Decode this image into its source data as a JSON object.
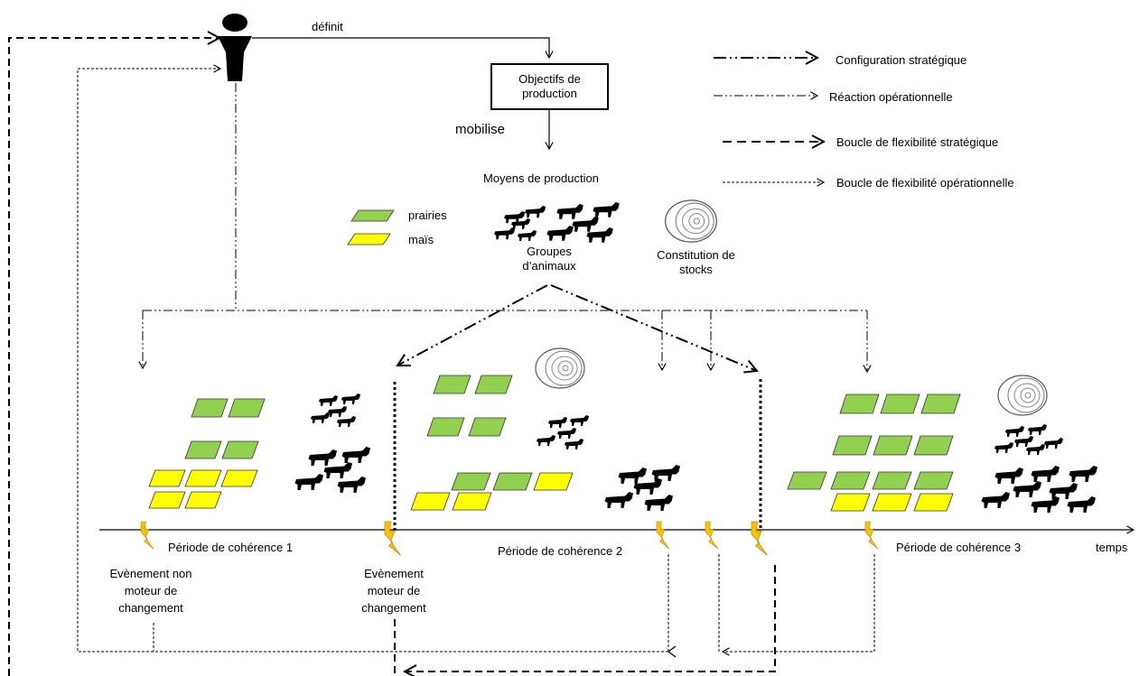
{
  "actor_label": "définit",
  "objectives_box": "Objectifs de production",
  "mobilise_label": "mobilise",
  "means_title": "Moyens de production",
  "legend_land": [
    {
      "label": "prairies",
      "color": "#92d050"
    },
    {
      "label": "maïs",
      "color": "#ffff00"
    }
  ],
  "animal_groups_label": "Groupes d’animaux",
  "stocks_label": "Constitution de stocks",
  "legend_lines": [
    {
      "label": "Configuration stratégique",
      "style": "dash-dot-dot-thick"
    },
    {
      "label": "Réaction opérationnelle",
      "style": "dash-dot-dot-thin"
    },
    {
      "label": "Boucle de flexibilité stratégique",
      "style": "dashed-thick"
    },
    {
      "label": "Boucle de flexibilité opérationnelle",
      "style": "dashed-thin"
    }
  ],
  "periods": [
    {
      "label": "Période de cohérence 1"
    },
    {
      "label": "Période de cohérence 2"
    },
    {
      "label": "Période de cohérence 3"
    }
  ],
  "time_axis_label": "temps",
  "event_non_driver": "Evènement non moteur de changement",
  "event_driver": "Evènement moteur de changement",
  "icons": {
    "actor": "person-icon",
    "event": "lightning-icon",
    "stock": "hay-bale-icon",
    "animal": "cow-icon",
    "plot": "parcel-icon"
  },
  "colors": {
    "prairie": "#92d050",
    "mais": "#ffff00",
    "event": "#ffc000"
  }
}
